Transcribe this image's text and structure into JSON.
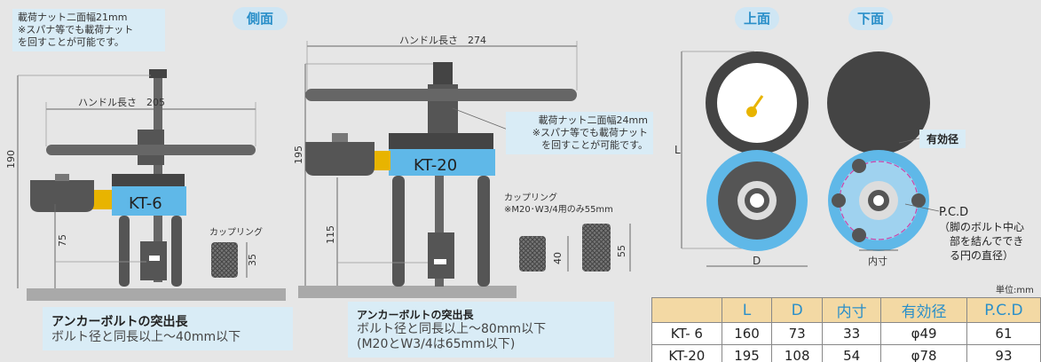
{
  "tabs": {
    "side": "側面",
    "top": "上面",
    "bottom": "下面"
  },
  "kt6": {
    "note_lines": [
      "載荷ナット二面幅21mm",
      "※スパナ等でも載荷ナット",
      "を回すことが可能です。"
    ],
    "handle_label": "ハンドル長さ　205",
    "height_label": "190",
    "anchor_label": "75",
    "model": "KT-6",
    "coupling_label": "カップリング",
    "coupling_dim": "35"
  },
  "kt20": {
    "handle_label": "ハンドル長さ　274",
    "note_lines": [
      "載荷ナット二面幅24mm",
      "※スパナ等でも載荷ナット",
      "を回すことが可能です。"
    ],
    "height_label": "195",
    "anchor_label": "115",
    "model": "KT-20",
    "coupling_lines": [
      "カップリング",
      "※M20･W3/4用のみ55mm"
    ],
    "coupling_dim_a": "40",
    "coupling_dim_b": "55"
  },
  "anchor_left": {
    "title": "アンカーボルトの突出長",
    "desc": "ボルト径と同長以上〜40mm以下"
  },
  "anchor_right": {
    "title": "アンカーボルトの突出長",
    "desc_lines": [
      "ボルト径と同長以上〜80mm以下",
      "(M20とW3/4は65mm以下)"
    ]
  },
  "top_view": {
    "label_L": "L",
    "label_D": "D"
  },
  "bottom_view": {
    "inner_label": "内寸",
    "effective_label": "有効径",
    "pcd_lines": [
      "P.C.D",
      "（脚のボルト中心",
      "　部を結んででき",
      "　る円の直径）"
    ]
  },
  "unit_label": "単位:mm",
  "table": {
    "headers": [
      "",
      "L",
      "D",
      "内寸",
      "有効径",
      "P.C.D"
    ],
    "rows": [
      [
        "KT- 6",
        "160",
        "73",
        "33",
        "φ49",
        "61"
      ],
      [
        "KT-20",
        "195",
        "108",
        "54",
        "φ78",
        "93"
      ]
    ]
  },
  "colors": {
    "accent_blue": "#2a8fc9",
    "device_blue": "#5fb8e8",
    "gauge_gold": "#e8b400",
    "header_tan": "#f3d9a4"
  }
}
